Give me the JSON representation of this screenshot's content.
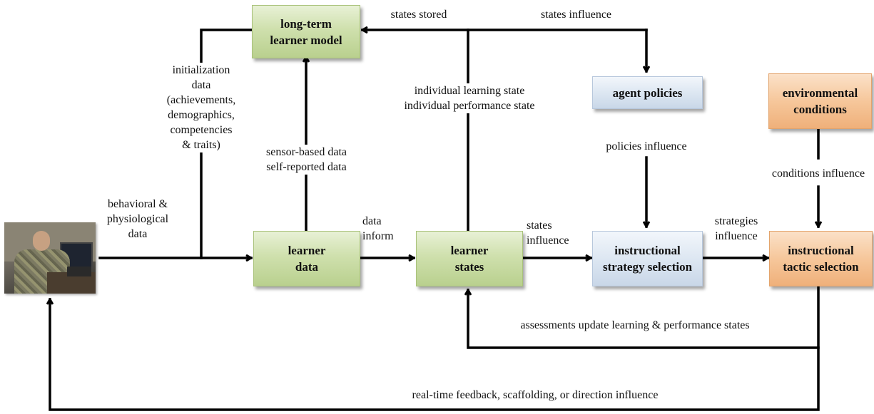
{
  "nodes": {
    "long_term_model": "long-term\nlearner model",
    "learner_data": "learner\ndata",
    "learner_states": "learner\nstates",
    "agent_policies": "agent policies",
    "strategy_selection": "instructional\nstrategy selection",
    "environmental_conditions": "environmental\nconditions",
    "tactic_selection": "instructional\ntactic selection"
  },
  "edge_labels": {
    "states_stored": "states stored",
    "states_influence_top": "states influence",
    "initialization_data": "initialization\ndata\n(achievements,\ndemographics,\ncompetencies\n& traits)",
    "sensor_data": "sensor-based data\nself-reported data",
    "individual_states": "individual  learning state\nindividual performance state",
    "policies_influence": "policies influence",
    "conditions_influence": "conditions influence",
    "behavioral_data": "behavioral &\nphysiological\ndata",
    "data_inform": "data\ninform",
    "states_influence_mid": "states\ninfluence",
    "strategies_influence": "strategies\ninfluence",
    "assessments_update": "assessments update learning  & performance states",
    "realtime_feedback": "real-time  feedback, scaffolding, or direction influence"
  },
  "colors": {
    "green_node": "#cfe0ad",
    "blue_node": "#dde7f2",
    "orange_node": "#f6c79b",
    "arrow": "#000000"
  },
  "image": {
    "subject": "soldier at laptop photo"
  }
}
